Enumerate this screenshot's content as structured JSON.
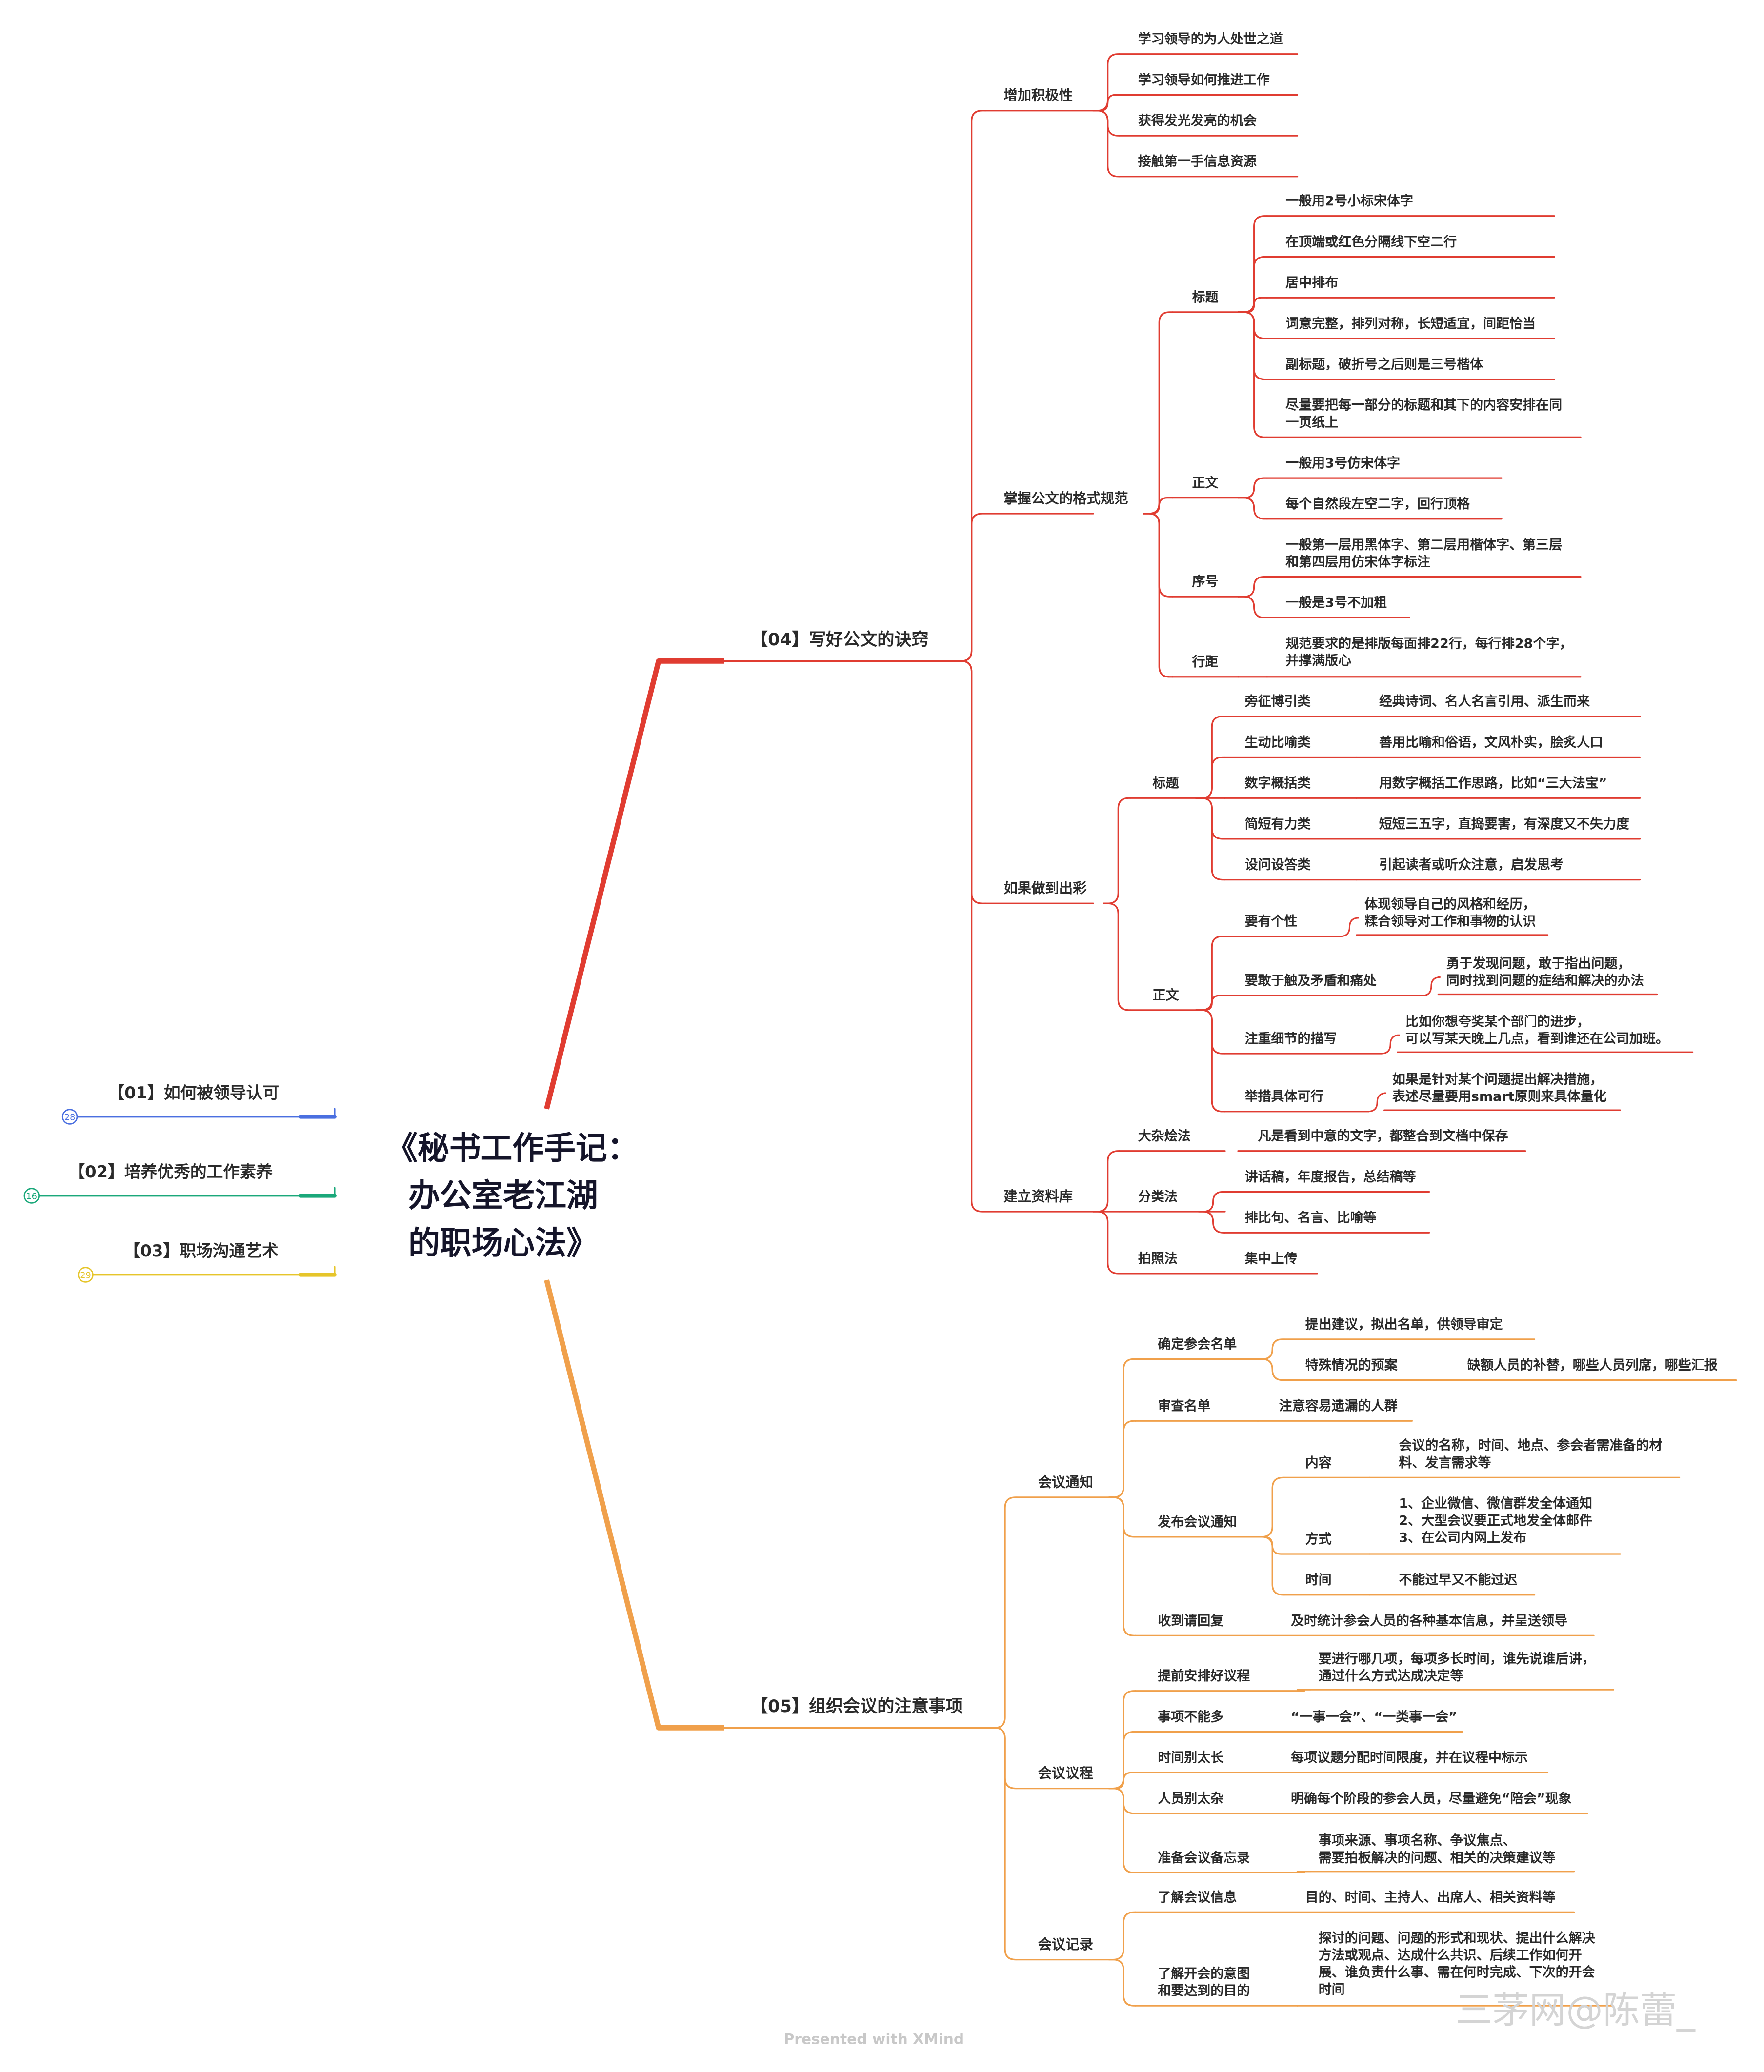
{
  "root": {
    "line1": "《秘书工作手记：",
    "line2": "办公室老江湖",
    "line3": "的职场心法》"
  },
  "left_branches": [
    {
      "label": "【01】如何被领导认可",
      "count": "28",
      "color": "#4a6fe0"
    },
    {
      "label": "【02】培养优秀的工作素养",
      "count": "16",
      "color": "#1aa87a"
    },
    {
      "label": "【03】职场沟通艺术",
      "count": "29",
      "color": "#e6c52a"
    }
  ],
  "colors": {
    "red": "#e03c31",
    "orange": "#f0a04b"
  },
  "b04": {
    "label": "【04】写好公文的诀窍",
    "c1": {
      "label": "增加积极性",
      "items": [
        "学习领导的为人处世之道",
        "学习领导如何推进工作",
        "获得发光发亮的机会",
        "接触第一手信息资源"
      ]
    },
    "c2": {
      "label": "掌握公文的格式规范",
      "title": {
        "label": "标题",
        "items": [
          "一般用2号小标宋体字",
          "在顶端或红色分隔线下空二行",
          "居中排布",
          "词意完整，排列对称，长短适宜，间距恰当",
          "副标题，破折号之后则是三号楷体",
          "尽量要把每一部分的标题和其下的内容安排在同",
          "一页纸上"
        ]
      },
      "body": {
        "label": "正文",
        "items": [
          "一般用3号仿宋体字",
          "每个自然段左空二字，回行顶格"
        ]
      },
      "seq": {
        "label": "序号",
        "items": [
          "一般第一层用黑体字、第二层用楷体字、第三层",
          "和第四层用仿宋体字标注",
          "一般是3号不加粗"
        ]
      },
      "spacing": {
        "label": "行距",
        "items": [
          "规范要求的是排版每面排22行，每行排28个字，",
          "并撑满版心"
        ]
      }
    },
    "c3": {
      "label": "如果做到出彩",
      "title": {
        "label": "标题",
        "rows": [
          {
            "k": "旁征博引类",
            "v": "经典诗词、名人名言引用、派生而来"
          },
          {
            "k": "生动比喻类",
            "v": "善用比喻和俗语，文风朴实，脍炙人口"
          },
          {
            "k": "数字概括类",
            "v": "用数字概括工作思路，比如“三大法宝”"
          },
          {
            "k": "简短有力类",
            "v": "短短三五字，直捣要害，有深度又不失力度"
          },
          {
            "k": "设问设答类",
            "v": "引起读者或听众注意，启发思考"
          }
        ]
      },
      "body": {
        "label": "正文",
        "rows": [
          {
            "k": "要有个性",
            "v1": "体现领导自己的风格和经历，",
            "v2": "糅合领导对工作和事物的认识"
          },
          {
            "k": "要敢于触及矛盾和痛处",
            "v1": "勇于发现问题，敢于指出问题，",
            "v2": "同时找到问题的症结和解决的办法"
          },
          {
            "k": "注重细节的描写",
            "v1": "比如你想夸奖某个部门的进步，",
            "v2": "可以写某天晚上几点，看到谁还在公司加班。"
          },
          {
            "k": "举措具体可行",
            "v1": "如果是针对某个问题提出解决措施，",
            "v2": "表述尽量要用smart原则来具体量化"
          }
        ]
      }
    },
    "c4": {
      "label": "建立资料库",
      "m1": {
        "k": "大杂烩法",
        "v": "凡是看到中意的文字，都整合到文档中保存"
      },
      "m2": {
        "k": "分类法",
        "items": [
          "讲话稿，年度报告，总结稿等",
          "排比句、名言、比喻等"
        ]
      },
      "m3": {
        "k": "拍照法",
        "v": "集中上传"
      }
    }
  },
  "b05": {
    "label": "【05】组织会议的注意事项",
    "c1": {
      "label": "会议通知",
      "list": {
        "label": "确定参会名单",
        "a": "提出建议，拟出名单，供领导审定",
        "bk": "特殊情况的预案",
        "bv": "缺额人员的补替，哪些人员列席，哪些汇报"
      },
      "review": {
        "k": "审查名单",
        "v": "注意容易遗漏的人群"
      },
      "publish": {
        "label": "发布会议通知",
        "content": {
          "k": "内容",
          "v1": "会议的名称，时间、地点、参会者需准备的材",
          "v2": "料、发言需求等"
        },
        "method": {
          "k": "方式",
          "v1": "1、企业微信、微信群发全体通知",
          "v2": "2、大型会议要正式地发全体邮件",
          "v3": "3、在公司内网上发布"
        },
        "time": {
          "k": "时间",
          "v": "不能过早又不能过迟"
        }
      },
      "reply": {
        "k": "收到请回复",
        "v": "及时统计参会人员的各种基本信息，并呈送领导"
      }
    },
    "c2": {
      "label": "会议议程",
      "rows": [
        {
          "k": "提前安排好议程",
          "v1": "要进行哪几项，每项多长时间，谁先说谁后讲，",
          "v2": "通过什么方式达成决定等"
        },
        {
          "k": "事项不能多",
          "v1": "“一事一会”、“一类事一会”"
        },
        {
          "k": "时间别太长",
          "v1": "每项议题分配时间限度，并在议程中标示"
        },
        {
          "k": "人员别太杂",
          "v1": "明确每个阶段的参会人员，尽量避免“陪会”现象"
        },
        {
          "k": "准备会议备忘录",
          "v1": "事项来源、事项名称、争议焦点、",
          "v2": "需要拍板解决的问题、相关的决策建议等"
        }
      ]
    },
    "c3": {
      "label": "会议记录",
      "r1": {
        "k": "了解会议信息",
        "v": "目的、时间、主持人、出席人、相关资料等"
      },
      "r2": {
        "k1": "了解开会的意图",
        "k2": "和要达到的目的",
        "v1": "探讨的问题、问题的形式和现状、提出什么解决",
        "v2": "方法或观点、达成什么共识、后续工作如何开",
        "v3": "展、谁负责什么事、需在何时完成、下次的开会",
        "v4": "时间"
      }
    }
  },
  "footer": "Presented with XMind",
  "watermark": "三茅网@陈蕾_"
}
